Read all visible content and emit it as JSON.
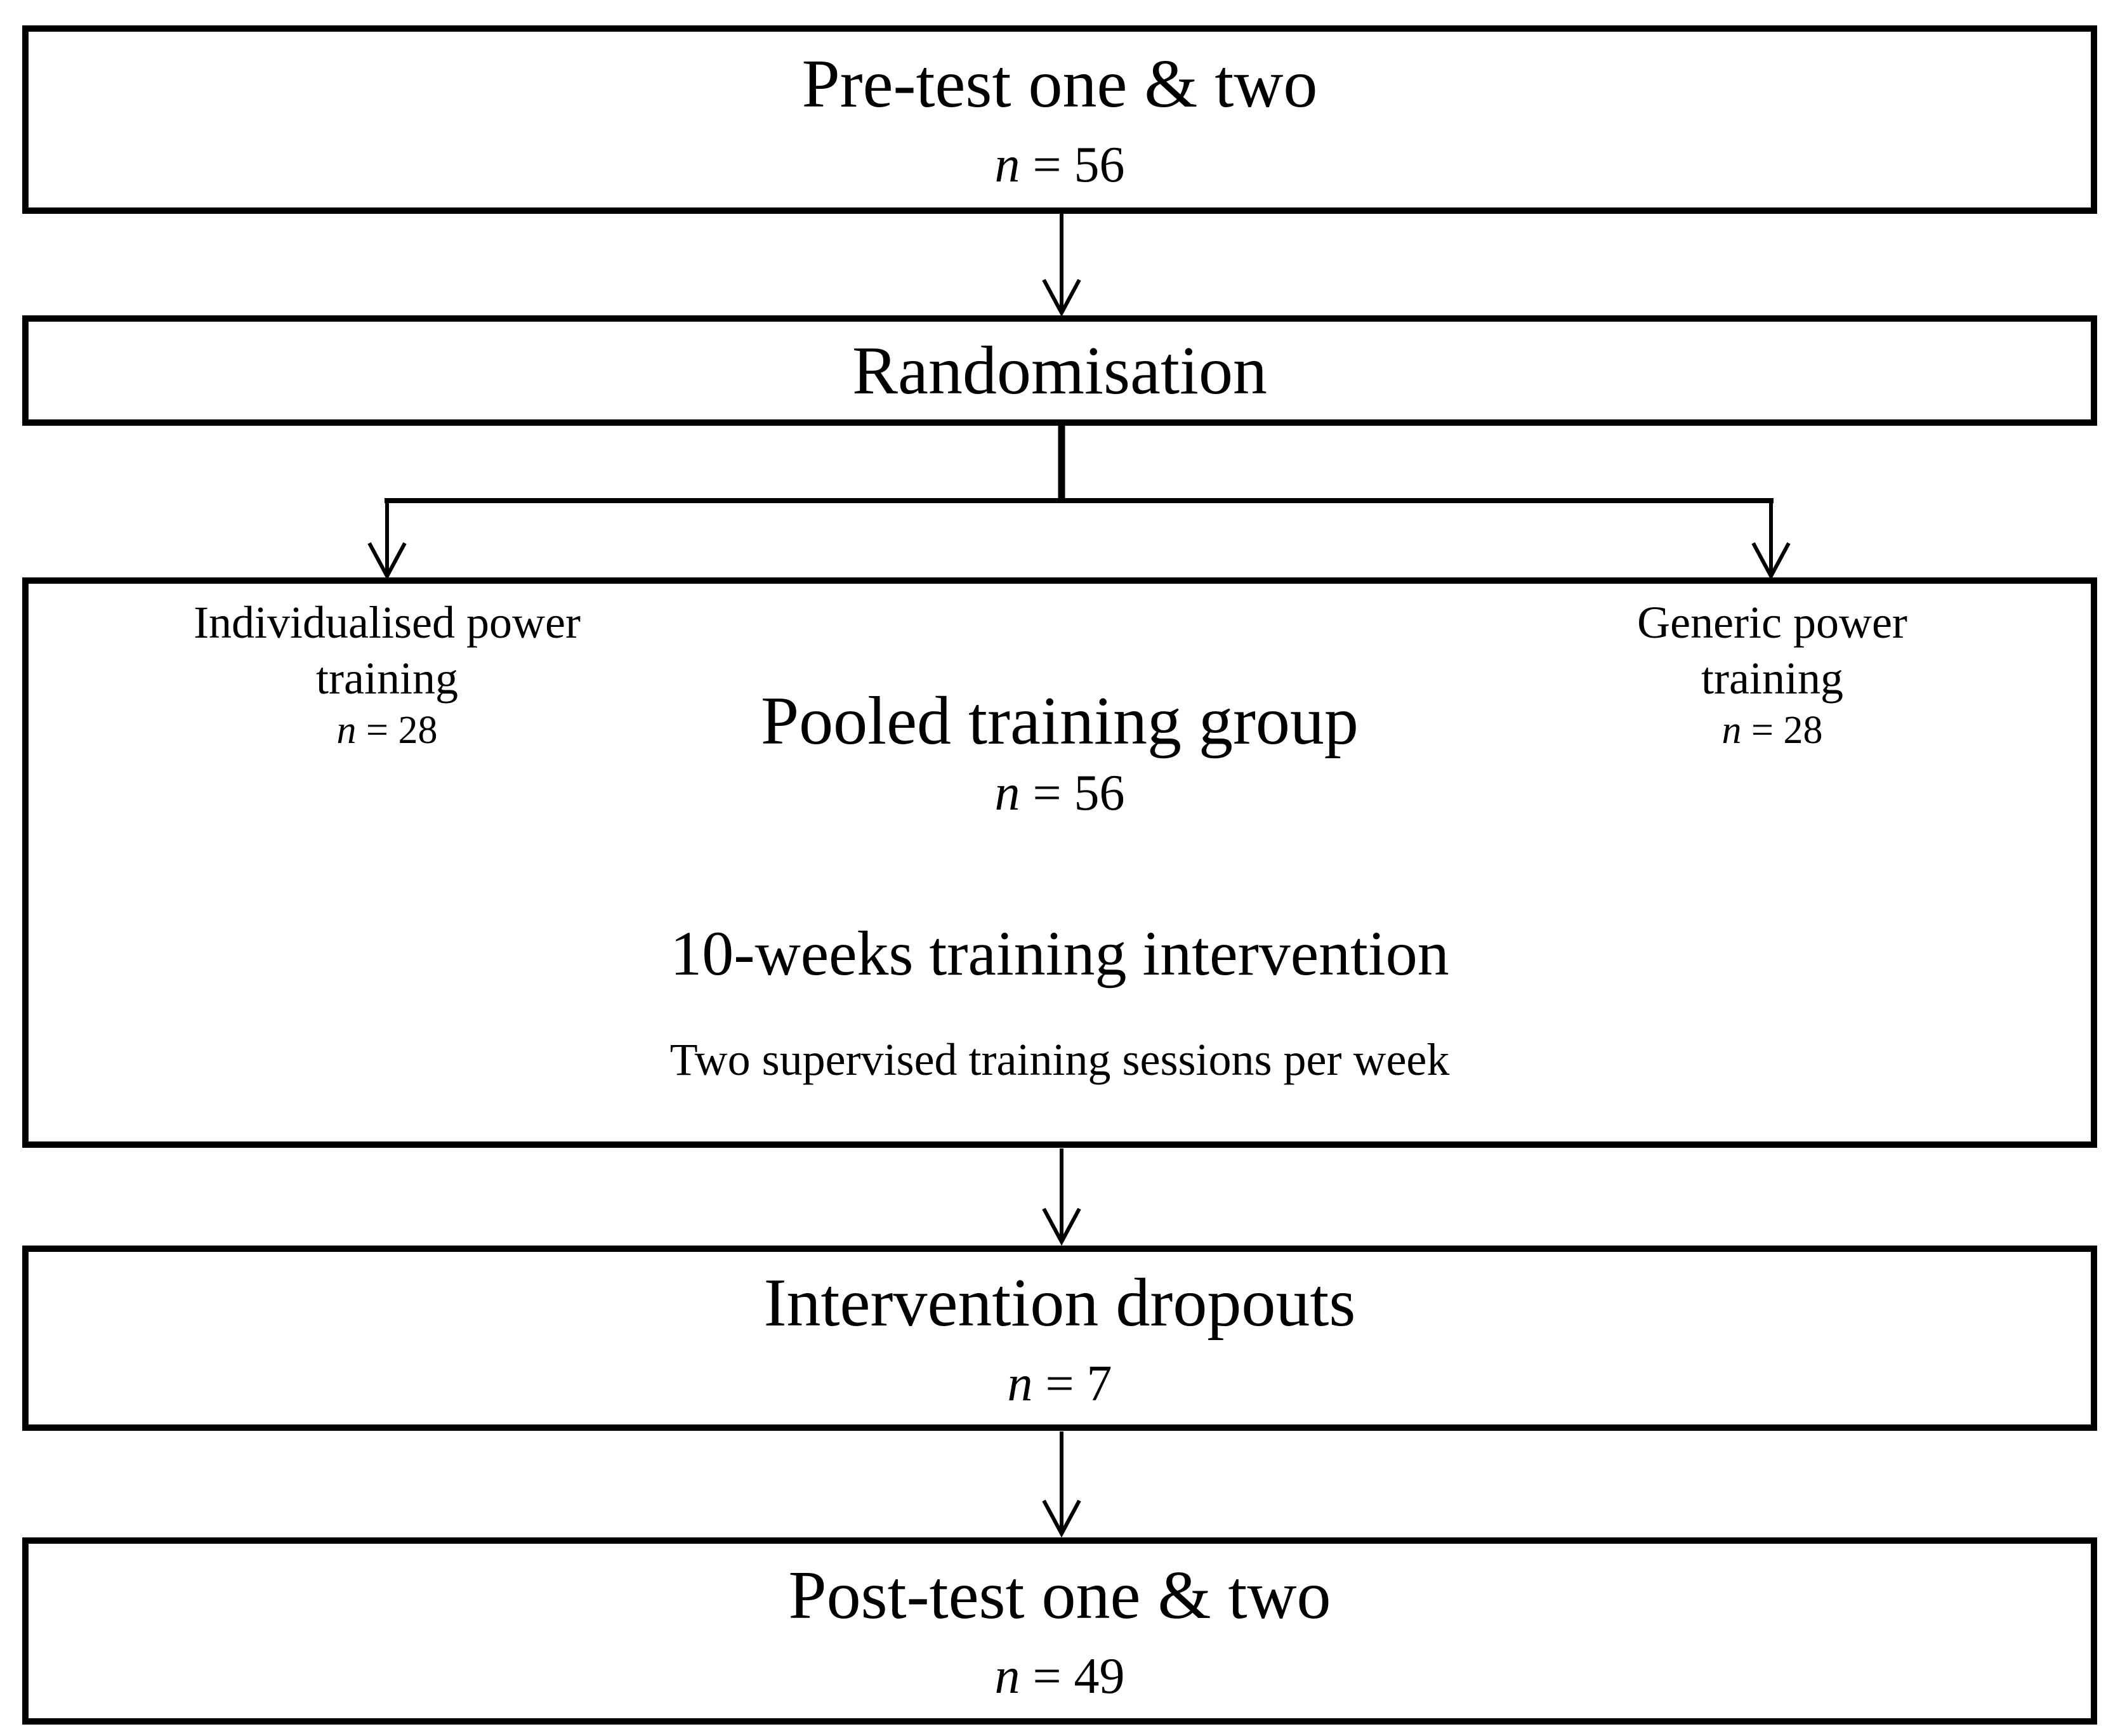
{
  "colors": {
    "background": "#ffffff",
    "line": "#000000",
    "text": "#000000"
  },
  "boxes": {
    "pretest": {
      "title": "Pre-test one & two",
      "n_label": "n",
      "n_value": " = 56"
    },
    "randomisation": {
      "title": "Randomisation"
    },
    "training": {
      "left_branch": {
        "line1": "Individualised power",
        "line2": "training",
        "n_label": "n",
        "n_value": " = 28"
      },
      "right_branch": {
        "line1": "Generic power",
        "line2": "training",
        "n_label": "n",
        "n_value": " = 28"
      },
      "pooled": {
        "title": "Pooled training group",
        "n_label": "n",
        "n_value": " = 56"
      },
      "subtitle": "10-weeks training intervention",
      "note": "Two supervised training sessions per week"
    },
    "dropouts": {
      "title": "Intervention dropouts",
      "n_label": "n",
      "n_value": " = 7"
    },
    "posttest": {
      "title": "Post-test one & two",
      "n_label": "n",
      "n_value": " = 49"
    }
  }
}
